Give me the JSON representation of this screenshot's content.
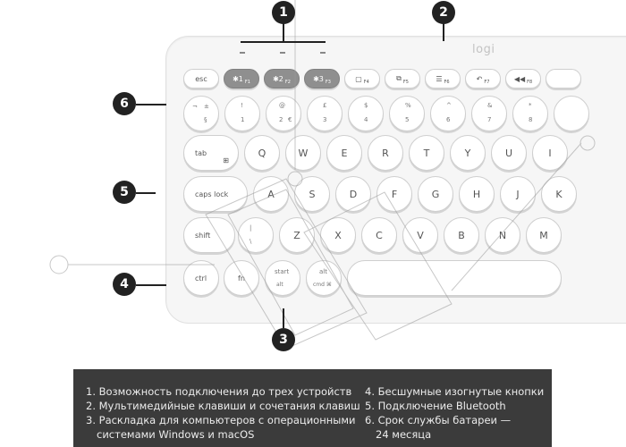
{
  "brand": {
    "logo_text": "logi"
  },
  "callouts": [
    "1",
    "2",
    "3",
    "4",
    "5",
    "6"
  ],
  "keys": {
    "fn_row": [
      {
        "label": "esc",
        "sub": ""
      },
      {
        "label": "✱1",
        "sub": "F1"
      },
      {
        "label": "✱2",
        "sub": "F2"
      },
      {
        "label": "✱3",
        "sub": "F3"
      },
      {
        "label": "▢",
        "sub": "F4"
      },
      {
        "label": "⧉",
        "sub": "F5"
      },
      {
        "label": "☰",
        "sub": "F6"
      },
      {
        "label": "↶",
        "sub": "F7"
      },
      {
        "label": "◀◀",
        "sub": "F8"
      }
    ],
    "num_row": [
      {
        "main": "§",
        "top": "±",
        "side": "¬"
      },
      {
        "main": "1",
        "top": "!",
        "side": ""
      },
      {
        "main": "2",
        "top": "@",
        "side": "€"
      },
      {
        "main": "3",
        "top": "£",
        "side": ""
      },
      {
        "main": "4",
        "top": "$",
        "side": ""
      },
      {
        "main": "5",
        "top": "%",
        "side": ""
      },
      {
        "main": "6",
        "top": "^",
        "side": ""
      },
      {
        "main": "7",
        "top": "&",
        "side": ""
      },
      {
        "main": "8",
        "top": "*",
        "side": ""
      }
    ],
    "tab": "tab",
    "qwerty": [
      "Q",
      "W",
      "E",
      "R",
      "T",
      "Y",
      "U",
      "I"
    ],
    "caps_lock": "caps lock",
    "asdf": [
      "A",
      "S",
      "D",
      "F",
      "G",
      "H",
      "J",
      "K"
    ],
    "shift": "shift",
    "backslash": {
      "main": "\\",
      "top": "|"
    },
    "zxcv": [
      "Z",
      "X",
      "C",
      "V",
      "B",
      "N",
      "M"
    ],
    "ctrl": "ctrl",
    "fn": "fn",
    "start": {
      "top": "start",
      "bottom": "alt"
    },
    "alt": {
      "top": "alt",
      "bottom": "cmd ⌘"
    }
  },
  "features": {
    "left": [
      "1. Возможность подключения до трех устройств",
      "2. Мультимедийные клавиши и сочетания клавиш",
      "3. Раскладка для компьютеров с операционными",
      "    системами Windows и macOS"
    ],
    "right": [
      "4. Бесшумные изогнутые кнопки",
      "5. Подключение Bluetooth",
      "6. Срок службы батареи —",
      "    24 месяца"
    ]
  },
  "colors": {
    "panel_bg": "#3b3b3b",
    "callout_bg": "#222222",
    "dark_key": "#8f8f8f"
  }
}
